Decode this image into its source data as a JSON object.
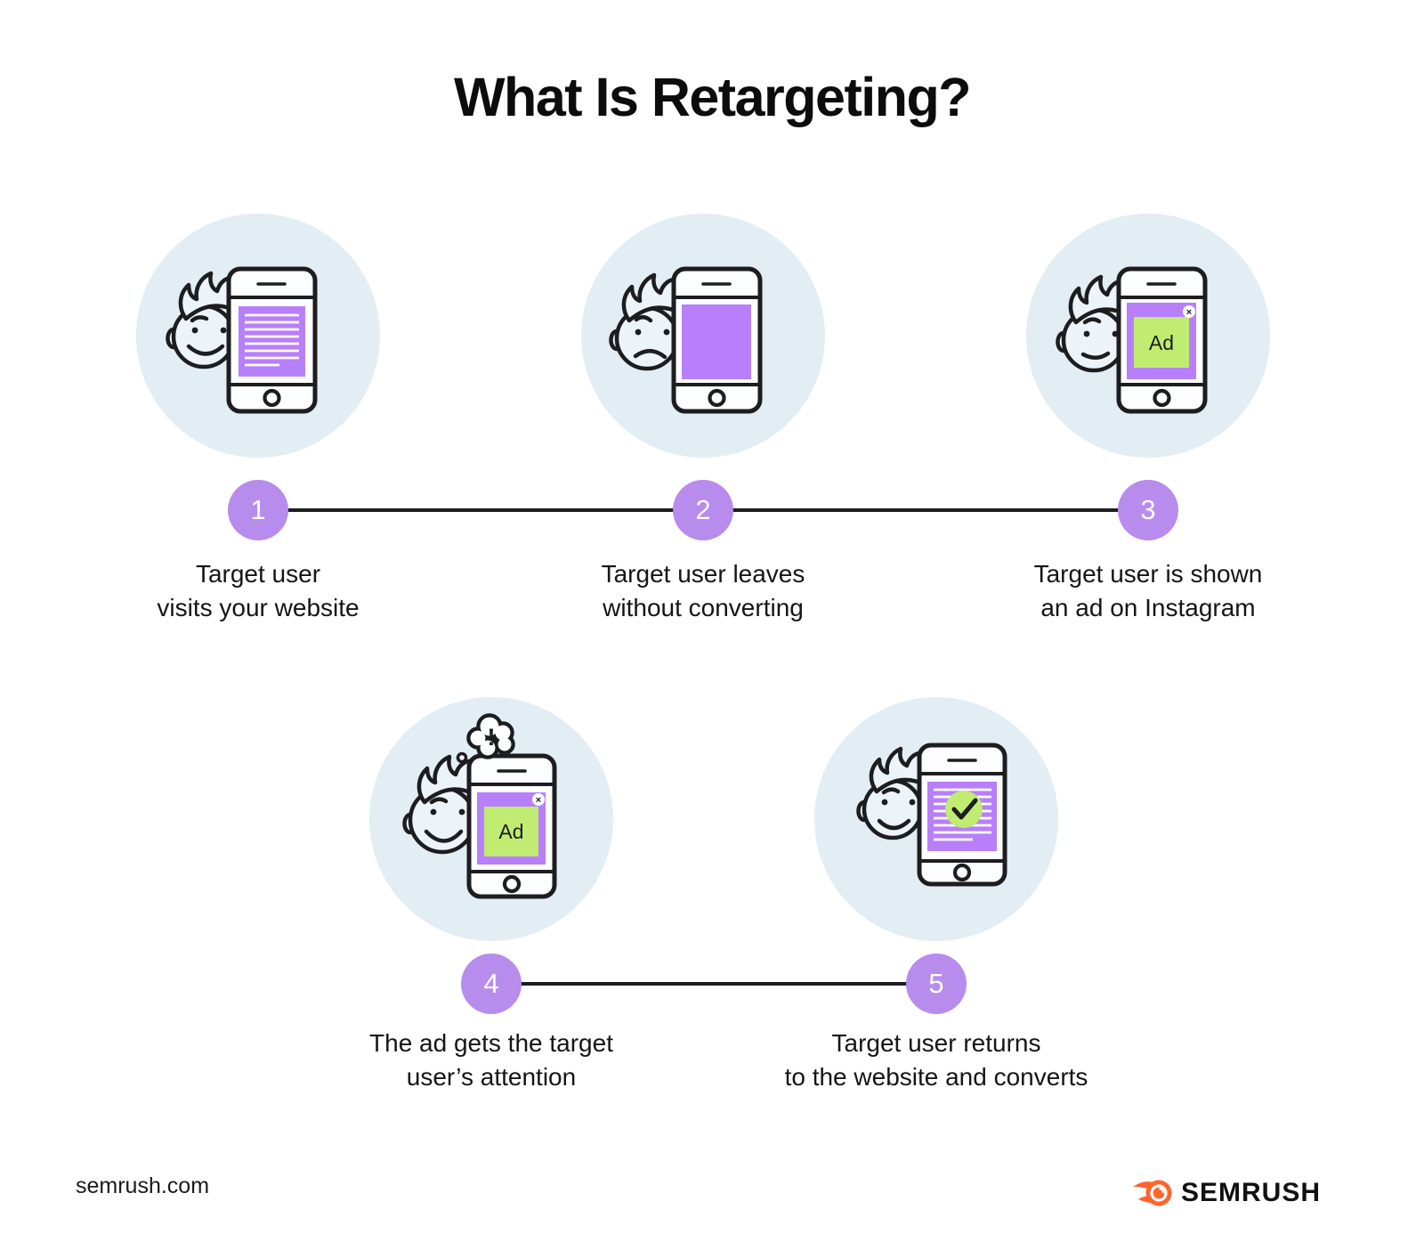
{
  "title": "What Is Retargeting?",
  "steps": [
    {
      "number": "1",
      "caption_line1": "Target user",
      "caption_line2": "visits your website"
    },
    {
      "number": "2",
      "caption_line1": "Target user leaves",
      "caption_line2": "without converting"
    },
    {
      "number": "3",
      "caption_line1": "Target user is shown",
      "caption_line2": "an ad on Instagram",
      "ad_label": "Ad",
      "close_icon": "×"
    },
    {
      "number": "4",
      "caption_line1": "The ad gets the target",
      "caption_line2": "user’s attention",
      "ad_label": "Ad",
      "close_icon": "×",
      "alert_mark": "!"
    },
    {
      "number": "5",
      "caption_line1": "Target user returns",
      "caption_line2": "to the website and converts"
    }
  ],
  "footer": {
    "site": "semrush.com",
    "brand": "SEMRUSH"
  },
  "colors": {
    "background": "#FFFFFF",
    "illustration_circle": "#E2EDF4",
    "phone_screen_purple": "#B87FFA",
    "step_badge_purple": "#B78CEC",
    "ad_green": "#C0EC72",
    "outline_black": "#1D1D1F",
    "text_black": "#151515",
    "brand_orange": "#FF642D"
  }
}
